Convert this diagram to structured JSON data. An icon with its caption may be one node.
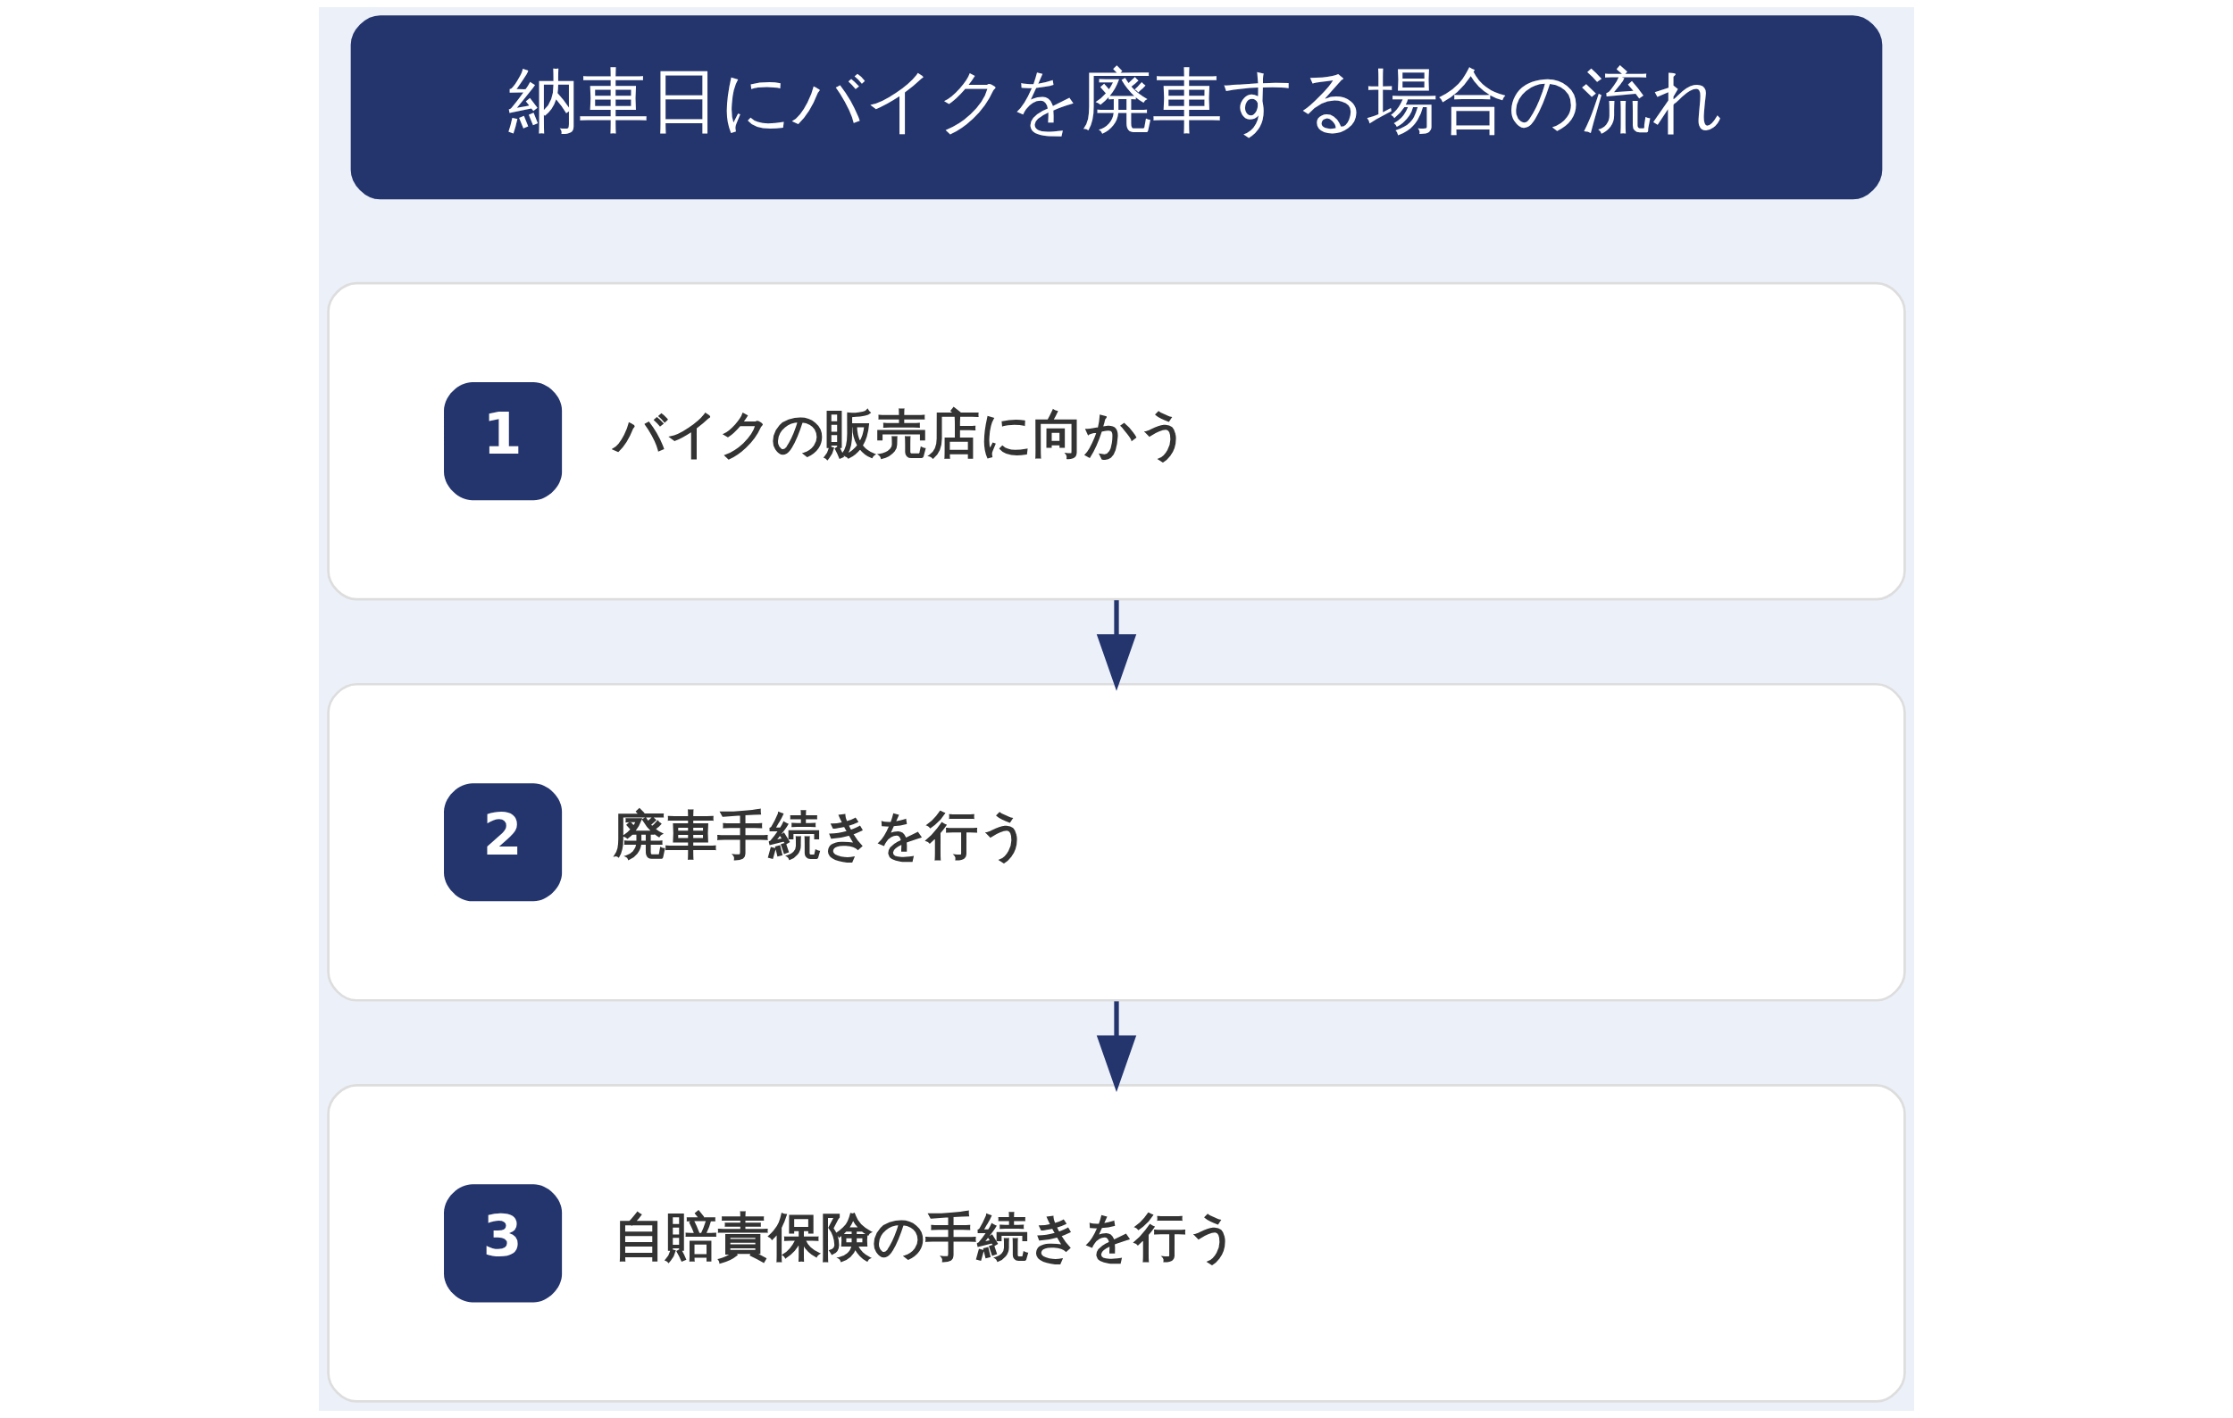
{
  "diagram": {
    "title": "納車日にバイクを廃車する場合の流れ",
    "nodes": [
      {
        "text": [
          "1",
          "バイクの販売店に向かう"
        ]
      },
      {
        "text": [
          "2",
          "廃車手続きを行う"
        ]
      },
      {
        "text": [
          "3",
          "自賠責保険の手続きを行う"
        ]
      }
    ],
    "edges": [
      {
        "from": 0,
        "to": 1,
        "arrow": "to"
      },
      {
        "from": 1,
        "to": 2,
        "arrow": "to"
      }
    ]
  }
}
